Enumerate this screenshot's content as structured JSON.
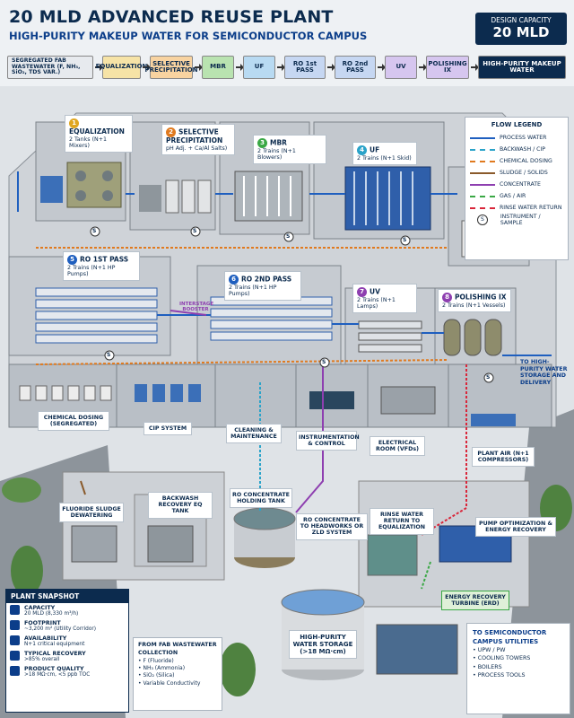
{
  "header": {
    "title": "20 MLD ADVANCED REUSE PLANT",
    "subtitle": "HIGH-PURITY MAKEUP WATER FOR SEMICONDUCTOR CAMPUS"
  },
  "capacity_badge": {
    "label": "DESIGN CAPACITY",
    "value": "20 MLD"
  },
  "flow_bar": {
    "source": "SEGREGATED FAB WASTEWATER (F, NH₃, SiO₂, TDS VAR.)",
    "stages": [
      "EQUALIZATION",
      "SELECTIVE PRECIPITATION",
      "MBR",
      "UF",
      "RO 1st PASS",
      "RO 2nd PASS",
      "UV",
      "POLISHING IX"
    ],
    "product": "HIGH-PURITY MAKEUP WATER"
  },
  "process_units": [
    {
      "num": "1",
      "name": "EQUALIZATION",
      "detail": "2 Tanks (N+1 Mixers)"
    },
    {
      "num": "2",
      "name": "SELECTIVE PRECIPITATION",
      "detail": "pH Adj. + Ca/Al Salts)"
    },
    {
      "num": "3",
      "name": "MBR",
      "detail": "2 Trains (N+1 Blowers)"
    },
    {
      "num": "4",
      "name": "UF",
      "detail": "2 Trains (N+1 Skid)"
    },
    {
      "num": "5",
      "name": "RO 1ST PASS",
      "detail": "2 Trains (N+1 HP Pumps)"
    },
    {
      "num": "6",
      "name": "RO 2ND PASS",
      "detail": "2 Trains (N+1 HP Pumps)"
    },
    {
      "num": "7",
      "name": "UV",
      "detail": "2 Trains (N+1 Lamps)"
    },
    {
      "num": "8",
      "name": "POLISHING IX",
      "detail": "2 Trains (N+1 Vessels)"
    }
  ],
  "legend": {
    "title": "FLOW LEGEND",
    "items": [
      {
        "label": "PROCESS WATER",
        "color": "#1f5fbf",
        "style": "solid"
      },
      {
        "label": "BACKWASH / CIP",
        "color": "#2aa3c9",
        "style": "dashed"
      },
      {
        "label": "CHEMICAL DOSING",
        "color": "#e07a1f",
        "style": "dashed"
      },
      {
        "label": "SLUDGE / SOLIDS",
        "color": "#8a5a2b",
        "style": "solid"
      },
      {
        "label": "CONCENTRATE",
        "color": "#8e3fb0",
        "style": "solid"
      },
      {
        "label": "GAS / AIR",
        "color": "#3aa845",
        "style": "dashed"
      },
      {
        "label": "RINSE WATER RETURN",
        "color": "#d9263a",
        "style": "dashed"
      },
      {
        "label": "INSTRUMENT / SAMPLE",
        "color": "#333333",
        "style": "symbol",
        "symbol": "S"
      }
    ]
  },
  "area_labels": {
    "interstage": "INTERSTAGE BOOSTER",
    "high_purity_out": "TO HIGH-PURITY WATER STORAGE AND DELIVERY",
    "chemical_dosing": "CHEMICAL DOSING (SEGREGATED)",
    "cip": "CIP SYSTEM",
    "cleaning": "CLEANING & MAINTENANCE",
    "instrumentation": "INSTRUMENTATION & CONTROL",
    "electrical": "ELECTRICAL ROOM (VFDs)",
    "plant_air": "PLANT AIR (N+1 COMPRESSORS)",
    "fluoride_sludge": "FLUORIDE SLUDGE DEWATERING",
    "backwash_recovery": "BACKWASH RECOVERY EQ TANK",
    "ro_concentrate_tank": "RO CONCENTRATE HOLDING TANK",
    "ro_concentrate_headworks": "RO CONCENTRATE TO HEADWORKS OR ZLD SYSTEM",
    "rinse_return": "RINSE WATER RETURN TO EQUALIZATION",
    "pump_optimization": "PUMP OPTIMIZATION & ENERGY RECOVERY",
    "erd": "ENERGY RECOVERY TURBINE (ERD)",
    "storage": "HIGH-PURITY WATER STORAGE (>18 MΩ·cm)"
  },
  "snapshot": {
    "title": "PLANT SNAPSHOT",
    "items": [
      {
        "label": "CAPACITY",
        "value": "20 MLD (8,330 m³/h)"
      },
      {
        "label": "FOOTPRINT",
        "value": "~3,200 m² (Utility Corridor)"
      },
      {
        "label": "AVAILABILITY",
        "value": "N+1 critical equipment"
      },
      {
        "label": "TYPICAL RECOVERY",
        "value": ">85% overall"
      },
      {
        "label": "PRODUCT QUALITY",
        "value": ">18 MΩ·cm, <5 ppb TOC"
      }
    ]
  },
  "fab_water": {
    "title": "FROM FAB WASTEWATER COLLECTION",
    "items": [
      "F (Fluoride)",
      "NH₃ (Ammonia)",
      "SiO₂ (Silica)",
      "Variable Conductivity"
    ]
  },
  "campus": {
    "title": "TO SEMICONDUCTOR CAMPUS UTILITIES",
    "items": [
      "UPW / PW",
      "COOLING TOWERS",
      "BOILERS",
      "PROCESS TOOLS"
    ]
  },
  "colors": {
    "navy": "#0c2b4e",
    "stage_equalization": "#f6e3a6",
    "stage_precip": "#f8d3a0",
    "stage_mbr": "#b9e3b0",
    "stage_uf": "#b8daf2",
    "stage_ro1": "#c6d7f2",
    "stage_ro2": "#c6d7f2",
    "stage_uv": "#d6c6ef",
    "stage_ix": "#d6c6ef"
  },
  "instrument_symbol": "S"
}
